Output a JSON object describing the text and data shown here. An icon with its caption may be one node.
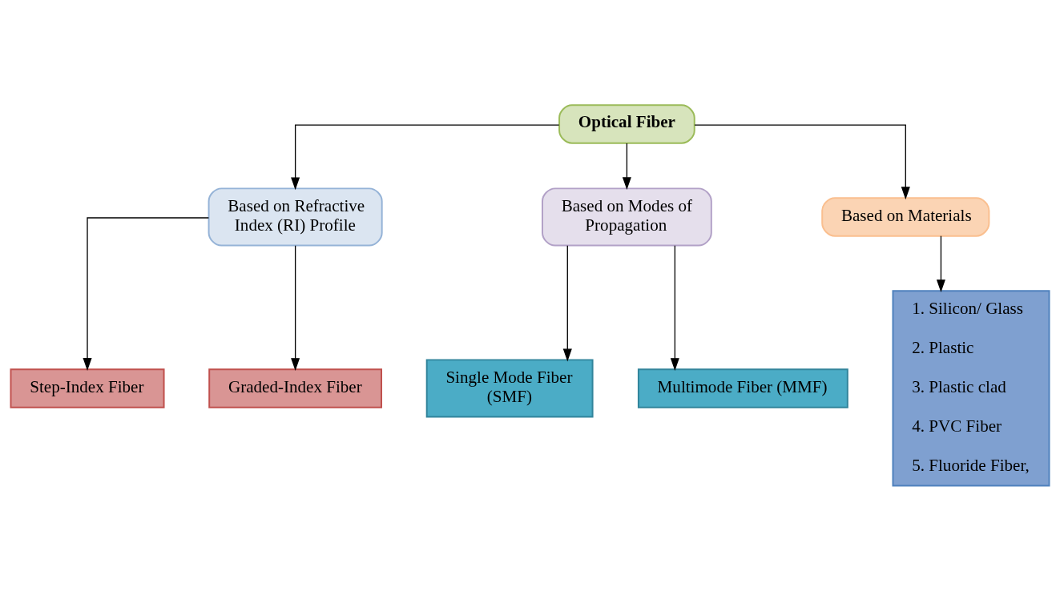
{
  "diagram": {
    "nodes": [
      {
        "text": [
          "Optical Fiber"
        ]
      },
      {
        "text": [
          "Based on Refractive Index (RI) Profile"
        ]
      },
      {
        "text": [
          "Based on Modes of Propagation"
        ]
      },
      {
        "text": [
          "Based on Materials"
        ]
      },
      {
        "text": [
          "Step-Index Fiber"
        ]
      },
      {
        "text": [
          "Graded-Index Fiber"
        ]
      },
      {
        "text": [
          "Single Mode Fiber (SMF)"
        ]
      },
      {
        "text": [
          "Multimode Fiber (MMF)"
        ]
      },
      {
        "text": [
          "1. Silicon/ Glass",
          "2. Plastic",
          "3. Plastic clad",
          "4. PVC Fiber",
          "5. Fluoride Fiber,"
        ]
      }
    ],
    "edges": [
      {
        "from": 0,
        "to": 1,
        "arrow": "to"
      },
      {
        "from": 0,
        "to": 2,
        "arrow": "to"
      },
      {
        "from": 0,
        "to": 3,
        "arrow": "to"
      },
      {
        "from": 1,
        "to": 4,
        "arrow": "to"
      },
      {
        "from": 1,
        "to": 5,
        "arrow": "to"
      },
      {
        "from": 2,
        "to": 6,
        "arrow": "to"
      },
      {
        "from": 2,
        "to": 7,
        "arrow": "to"
      },
      {
        "from": 3,
        "to": 8,
        "arrow": "to"
      }
    ]
  }
}
